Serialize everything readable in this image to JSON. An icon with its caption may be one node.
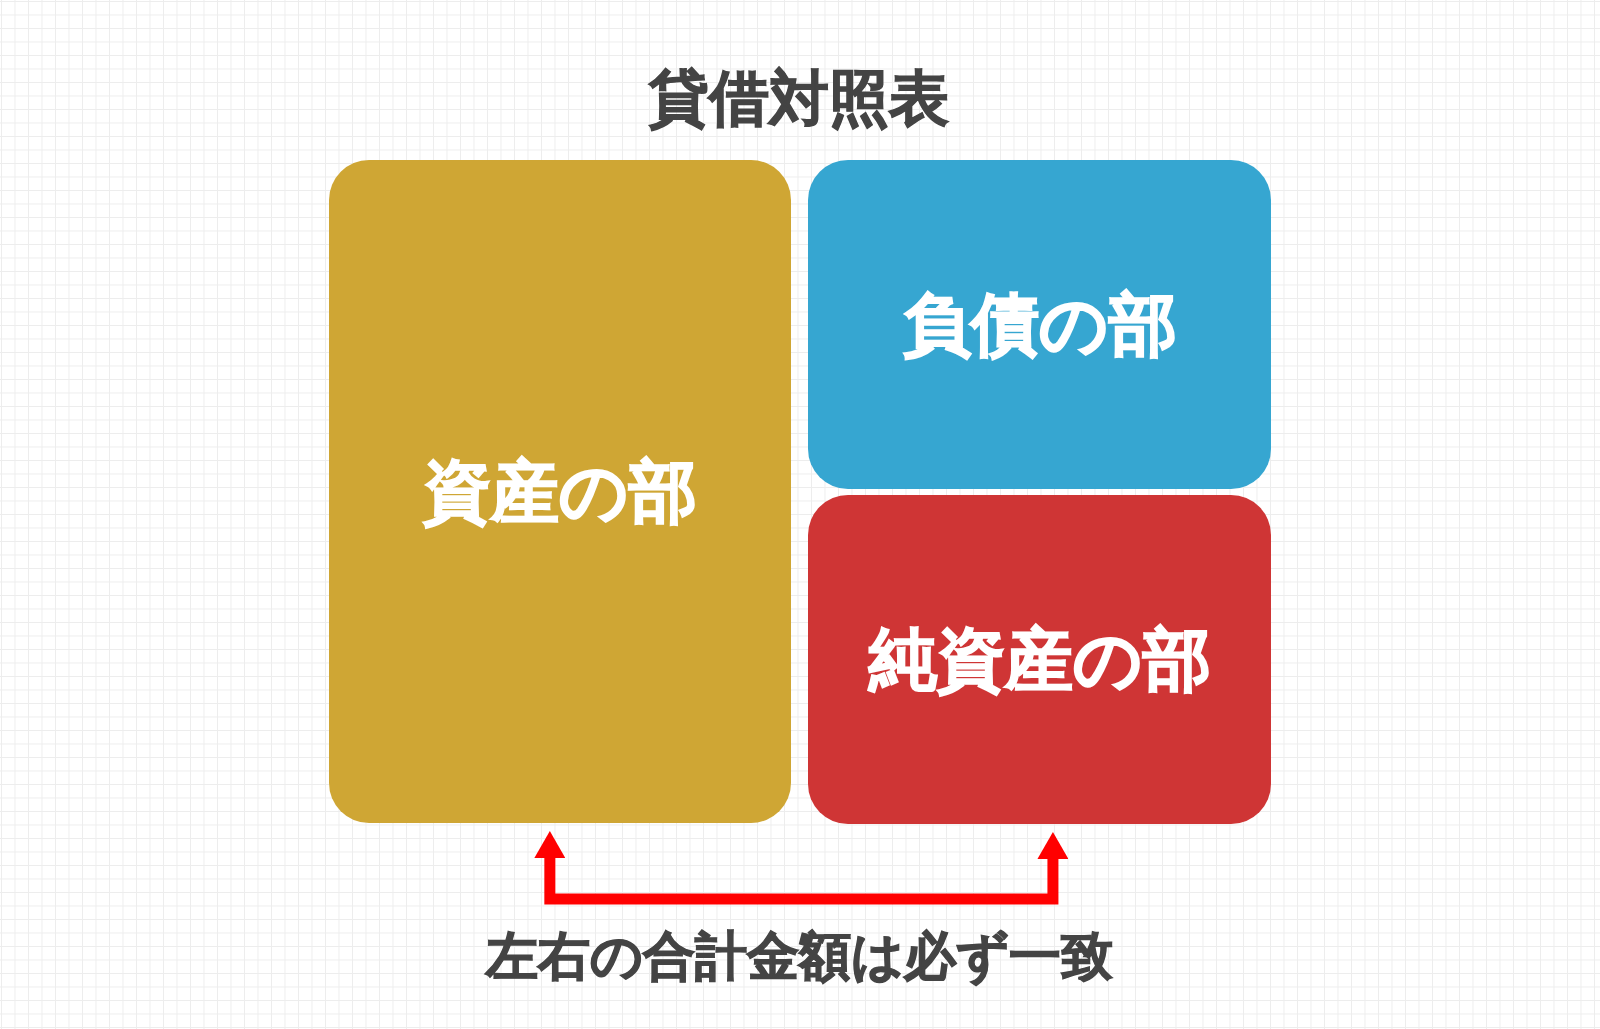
{
  "diagram": {
    "title": "貸借対照表",
    "nodes": [
      {
        "text": [
          "資産の部"
        ]
      },
      {
        "text": [
          "負債の部"
        ]
      },
      {
        "text": [
          "純資産の部"
        ]
      }
    ],
    "edges": [
      {
        "from": 0,
        "to": 2,
        "arrow": "both"
      }
    ],
    "labels": [
      "左右の合計金額は必ず一致"
    ]
  }
}
